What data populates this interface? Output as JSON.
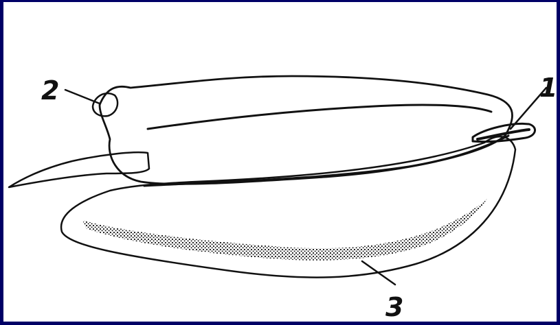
{
  "diagram": {
    "callouts": [
      {
        "id": "1",
        "label": "1"
      },
      {
        "id": "2",
        "label": "2"
      },
      {
        "id": "3",
        "label": "3"
      }
    ],
    "colors": {
      "border": "#000066",
      "background": "#ffffff",
      "ink": "#111111"
    }
  }
}
